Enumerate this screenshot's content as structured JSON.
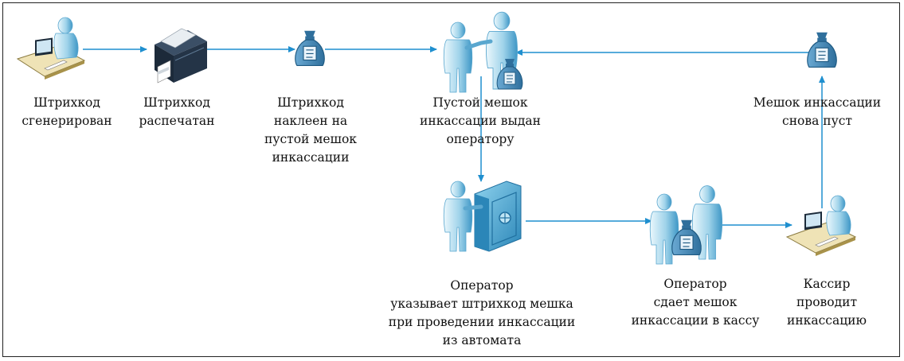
{
  "colors": {
    "arrow": "#1f8fcf",
    "figure_light": "#d7eef7",
    "figure_dark": "#3f97c6",
    "bag": "#3d86b8",
    "safe": "#4aaed6",
    "desk": "#efe3b6",
    "printer": "#243447"
  },
  "icons": {
    "n1": "computer-user-icon",
    "n2": "printer-icon",
    "n3": "money-bag-icon",
    "n4": "handover-icon",
    "n5": "operator-safe-icon",
    "n6": "handover-bag-icon",
    "n7": "cashier-computer-icon",
    "n8": "money-bag-icon"
  },
  "labels": {
    "n1": "Штрихкод\nсгенерирован",
    "n2": "Штрихкод\nраспечатан",
    "n3": "Штрихкод\nнаклеен на\nпустой мешок\nинкассации",
    "n4": "Пустой мешок\nинкассации выдан\nоператору",
    "n5": "Оператор\nуказывает штрихкод мешка\nпри проведении инкассации\nиз автомата",
    "n6": "Оператор\nсдает мешок\nинкассации в кассу",
    "n7": "Кассир\nпроводит\nинкассацию",
    "n8": "Мешок инкассации\nснова пуст"
  }
}
